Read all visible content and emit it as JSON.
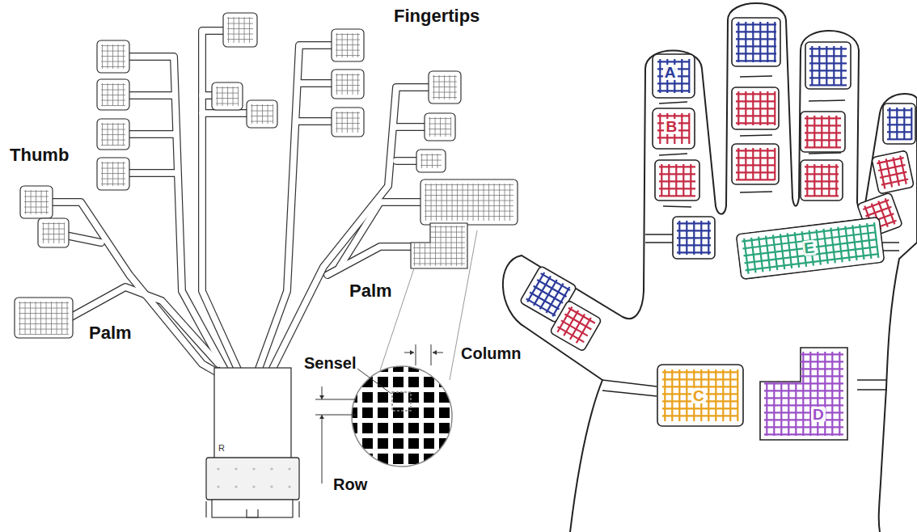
{
  "diagram": {
    "nodes": [
      {
        "text": [
          "A"
        ]
      },
      {
        "text": [
          "B"
        ]
      },
      {
        "text": [
          "E"
        ]
      },
      {
        "text": [
          "C"
        ]
      },
      {
        "text": [
          "D"
        ]
      }
    ],
    "labels": [
      "Fingertips",
      "Thumb",
      "Palm",
      "Palm",
      "Sensel",
      "Column",
      "Row",
      "R"
    ]
  }
}
